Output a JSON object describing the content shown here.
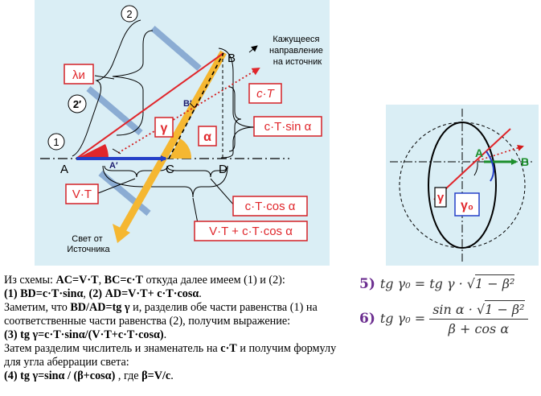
{
  "main_diagram": {
    "circle_labels": [
      "2",
      "2′",
      "1"
    ],
    "point_labels": {
      "A": "A",
      "A1": "A′",
      "B": "B",
      "B1": "B′",
      "C": "C",
      "D": "D"
    },
    "boxes": {
      "lambda": "λи",
      "gamma": "γ",
      "alpha": "α",
      "vt": "V·T",
      "ct": "c·T",
      "ct_sin": "c·T·sin α",
      "ct_cos": "c·T·cos α",
      "vt_ct_cos": "V·T + c·T·cos α"
    },
    "apparent_direction": "Кажущееся направление на источник",
    "light_from_source": "Свет от Источника",
    "colors": {
      "ray": "#f5b731",
      "background": "#daeef5",
      "red": "#e0262b",
      "blue": "#2540c8",
      "box_border": "#d32027"
    }
  },
  "side_diagram": {
    "labels": {
      "A": "A",
      "B": "B",
      "gamma": "γ",
      "gamma0": "γ₀"
    }
  },
  "text": {
    "p1_lead": "Из схемы: ",
    "p1_ac": "AC=V·T",
    "p1_sep": ", ",
    "p1_bc": "BC=c·T",
    "p1_tail": " откуда далее имеем (1) и (2):",
    "p2_n1": "(1) ",
    "p2_bd": "BD=c·T·sinα",
    "p2_sep": ", ",
    "p2_n2": "(2) ",
    "p2_ad": "AD=V·T+ c·T·cosα",
    "p2_end": ".",
    "p3_lead": "Заметим, что ",
    "p3_ratio": "BD/AD=tg γ",
    "p3_tail": " и, разделив обе части равенства (1) на соответственные части равенства (2), получим выражение:",
    "p4_eq": "(3) tg γ=c·T·sinα/(V·T+c·T·cosα)",
    "p4_end": ".",
    "p5_lead": "Затем разделим числитель и знаменатель на ",
    "p5_ct": "c·T",
    "p5_tail": " и получим формулу для угла аберрации света:",
    "p6_eq": "(4) tg γ=sinα / (β+cosα)",
    "p6_mid": " , где ",
    "p6_beta": "β=V/c",
    "p6_end": "."
  },
  "formulas": {
    "f5": {
      "number": "5)",
      "lhs": "tg γ₀ = tg γ · ",
      "radicand": "1 − β²"
    },
    "f6": {
      "number": "6)",
      "lhs": "tg γ₀ = ",
      "num_a": "sin α · ",
      "radicand": "1 − β²",
      "den": "β + cos α"
    }
  }
}
